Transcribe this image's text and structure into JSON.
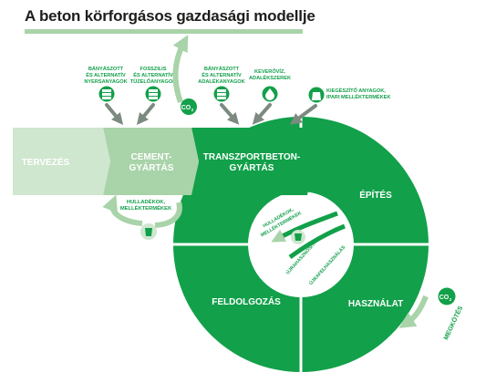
{
  "title": "A beton körforgásos gazdasági modellje",
  "stages": {
    "design": "TERVEZÉS",
    "cement": [
      "CEMENT-",
      "GYÁRTÁS"
    ],
    "ready_mix": [
      "TRANSZPORTBETON-",
      "GYÁRTÁS"
    ],
    "construction": "ÉPÍTÉS",
    "use": "HASZNÁLAT",
    "processing": "FELDOLGOZÁS"
  },
  "inputs": {
    "cement_raw": [
      "BÁNYÁSZOTT",
      "ÉS ALTERNATÍV",
      "NYERSANYAGOK"
    ],
    "cement_fuel": [
      "FOSSZILIS",
      "ÉS ALTERNATÍV",
      "TÜZELŐANYAGOK"
    ],
    "concrete_raw": [
      "BÁNYÁSZOTT",
      "ÉS ALTERNATÍV",
      "ADALÉKANYAGOK"
    ],
    "water": [
      "KEVERŐVÍZ,",
      "ADALÉKSZEREK"
    ],
    "supplementary": [
      "KIEGÉSZÍTŐ ANYAGOK,",
      "IPARI MELLÉKTERMÉKEK"
    ]
  },
  "waste_label": [
    "HULLADÉKOK,",
    "MELLÉKTERMÉKEK"
  ],
  "inner_labels": {
    "waste": [
      "HULLADÉKOK,",
      "MELLÉKTERMÉKEK"
    ],
    "reuse": "ÚJRAHASZNOSÍTÁS",
    "repurpose": "ÚJRAFELHASZNÁLÁS"
  },
  "co2": {
    "main": "CO",
    "sub": "2"
  },
  "binding_label": "MEGKÖTÉS",
  "colors": {
    "dark_green": "#12a04a",
    "medium_green": "#a9d3a9",
    "light_green": "#cfe6cf",
    "arrow_gray": "#7d8a80",
    "white": "#ffffff",
    "text": "#1d1d1b"
  }
}
